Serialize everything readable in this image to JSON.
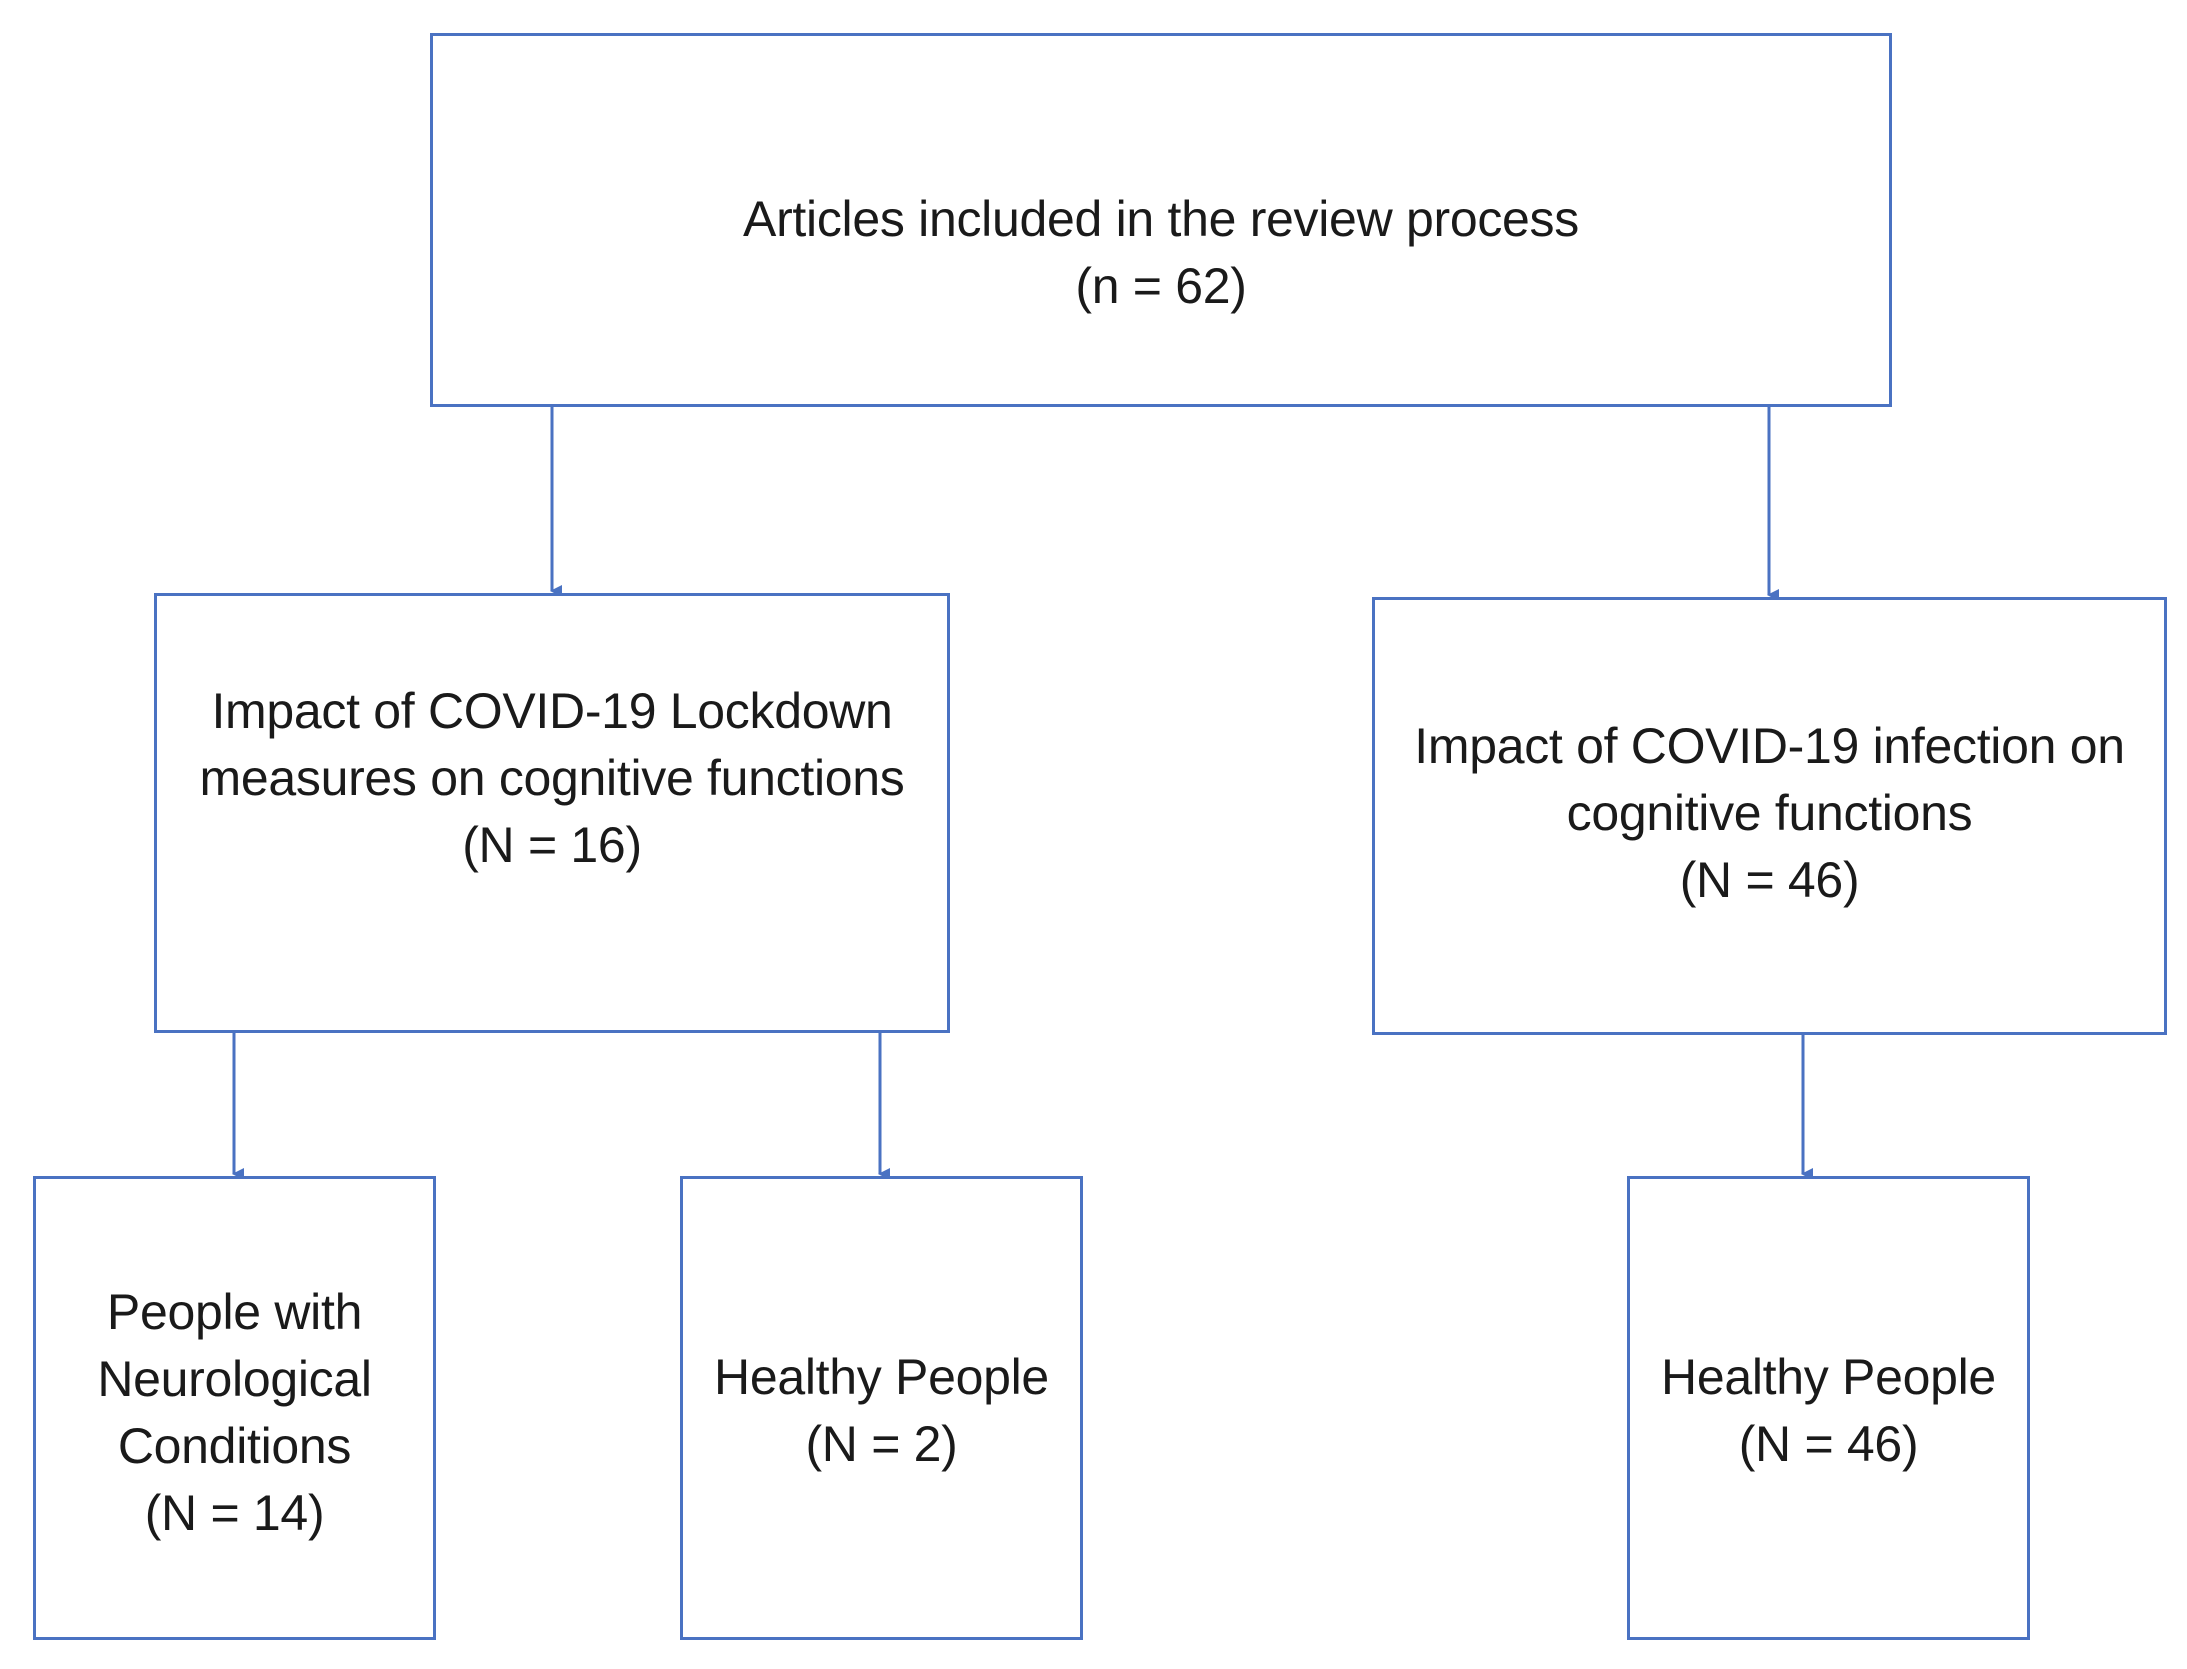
{
  "diagram": {
    "root": {
      "title": "Articles included in the review process",
      "count": "(n = 62)"
    },
    "lockdown": {
      "line1": "Impact of COVID-19 Lockdown",
      "line2": "measures on cognitive functions",
      "count": "(N = 16)"
    },
    "infection": {
      "line1": "Impact of COVID-19 infection on",
      "line2": "cognitive functions",
      "count": "(N = 46)"
    },
    "neuro": {
      "line1": "People with",
      "line2": "Neurological",
      "line3": "Conditions",
      "count": "(N = 14)"
    },
    "healthy_lockdown": {
      "line1": "Healthy People",
      "count": "(N = 2)"
    },
    "healthy_infection": {
      "line1": "Healthy People",
      "count": "(N = 46)"
    },
    "colors": {
      "border": "#4a72c2",
      "arrow": "#4a72c2",
      "text": "#1a1a1a"
    }
  }
}
